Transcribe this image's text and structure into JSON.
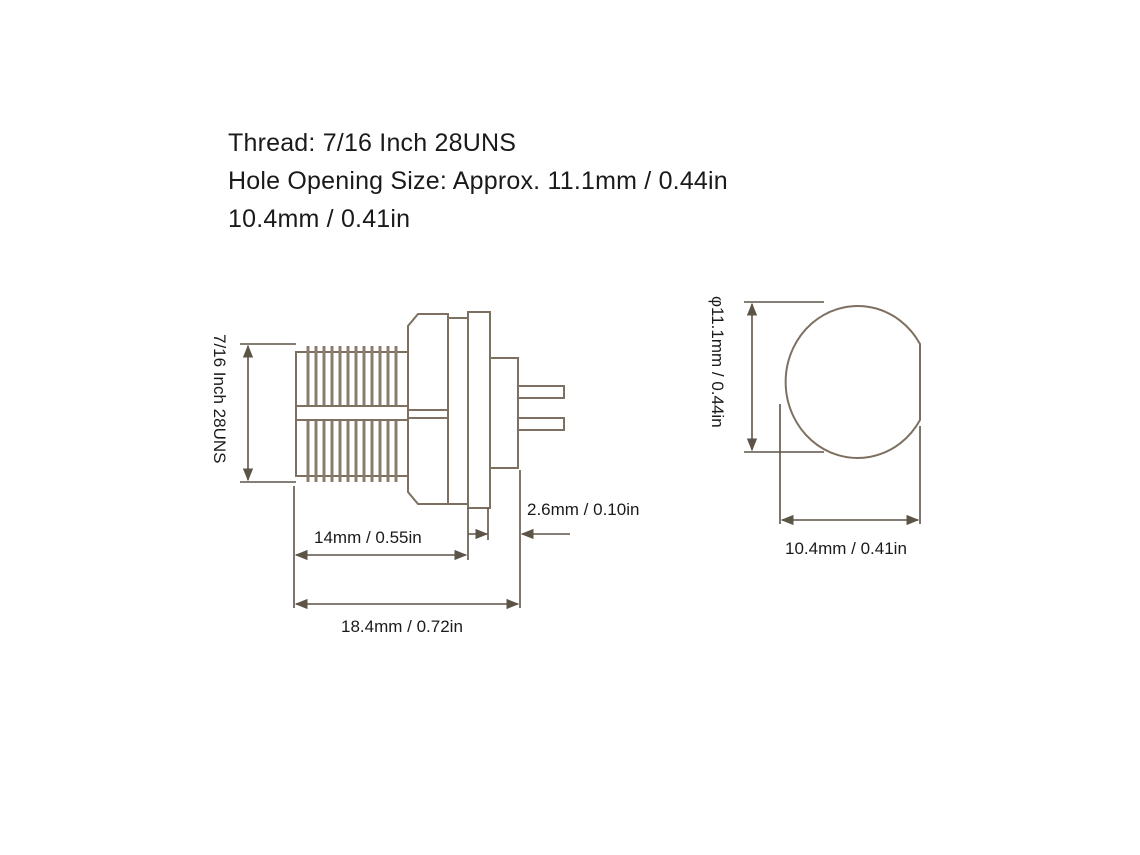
{
  "specs": {
    "thread": "Thread: 7/16 Inch 28UNS",
    "hole_opening": "Hole Opening Size: Approx. 11.1mm / 0.44in",
    "width_note": "10.4mm / 0.41in"
  },
  "side_view": {
    "thread_dimension": "7/16 Inch 28UNS",
    "thread_length": "14mm / 0.55in",
    "pin_length": "2.6mm / 0.10in",
    "overall_length": "18.4mm / 0.72in"
  },
  "front_view": {
    "hole_diameter": "φ11.1mm / 0.44in",
    "flat_width": "10.4mm / 0.41in"
  },
  "colors": {
    "outline": "#7d7060",
    "thread_fill": "#8a7d6e",
    "text": "#1a1a1a"
  }
}
